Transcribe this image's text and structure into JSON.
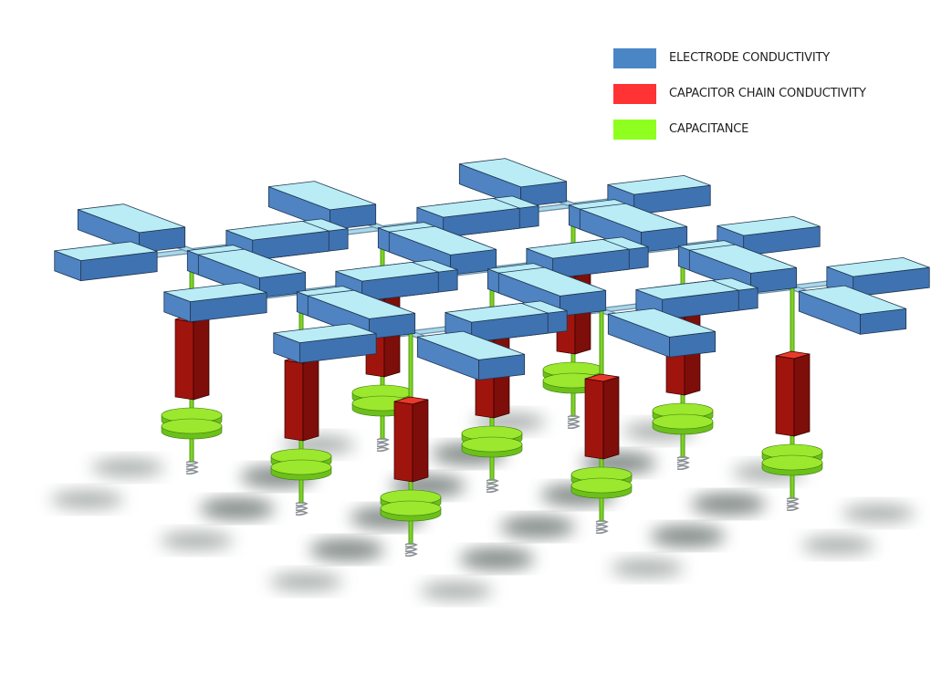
{
  "legend": [
    {
      "label": "ELECTRODE CONDUCTIVITY",
      "color": "#4a86c6"
    },
    {
      "label": "CAPACITOR CHAIN CONDUCTIVITY",
      "color": "#ff3333"
    },
    {
      "label": "CAPACITANCE",
      "color": "#8fff1f"
    }
  ],
  "colors": {
    "electrode_top": "#b9ecf5",
    "electrode_side": "#4f83c2",
    "rod": "#a9d8ea",
    "capacitor_front": "#a0140e",
    "capacitor_side": "#7d0e0a",
    "capacitor_top": "#e83a2a",
    "disc": "#9be82e",
    "disc_edge": "#6cc01a",
    "wire": "#7ed321",
    "ground": "#8a8f96"
  },
  "grid": {
    "rows": 3,
    "cols": 3
  }
}
